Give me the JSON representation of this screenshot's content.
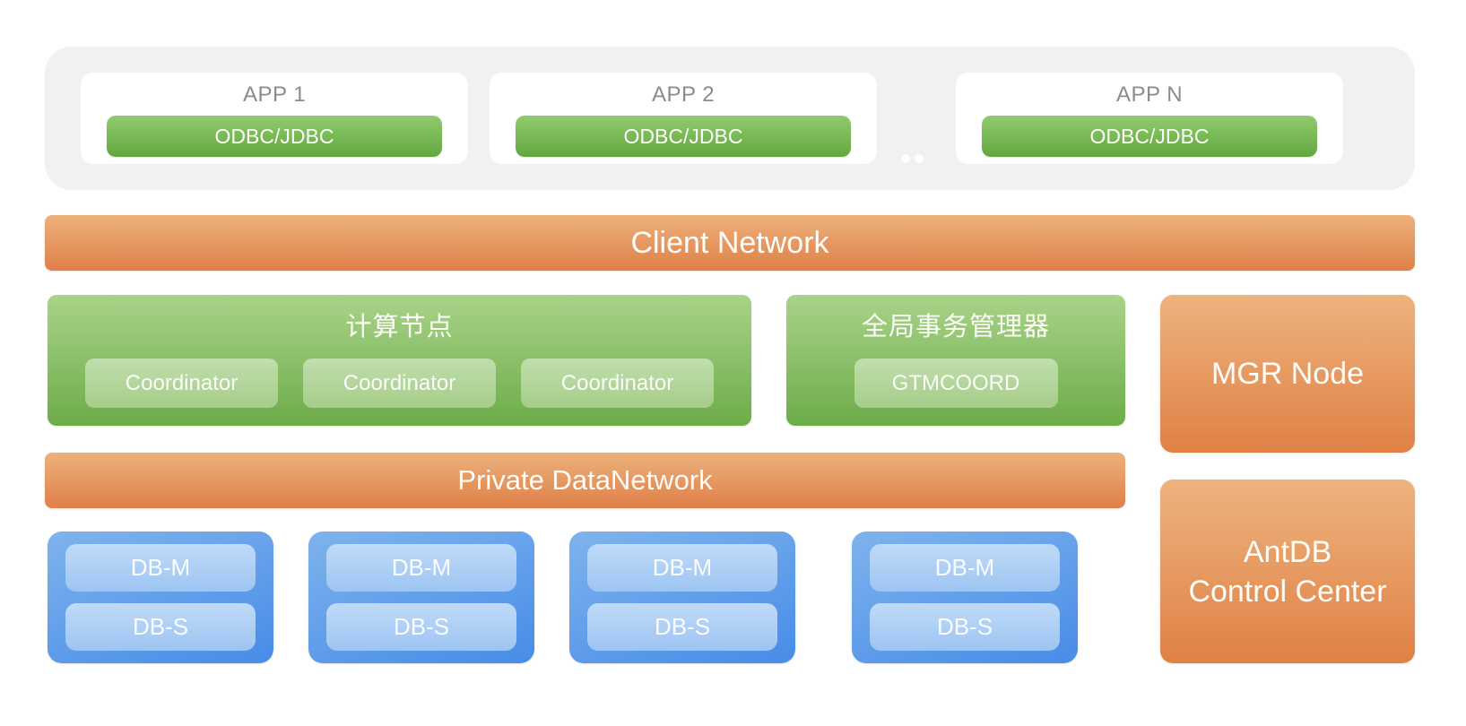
{
  "app_layer": {
    "cards": [
      {
        "label": "APP 1",
        "connector": "ODBC/JDBC"
      },
      {
        "label": "APP 2",
        "connector": "ODBC/JDBC"
      },
      {
        "label": "APP N",
        "connector": "ODBC/JDBC"
      }
    ]
  },
  "client_network": {
    "label": "Client Network"
  },
  "compute_nodes": {
    "title": "计算节点",
    "nodes": [
      "Coordinator",
      "Coordinator",
      "Coordinator"
    ]
  },
  "gtm": {
    "title": "全局事务管理器",
    "nodes": [
      "GTMCOORD"
    ]
  },
  "mgr_node": {
    "label": "MGR Node"
  },
  "private_network": {
    "label": "Private DataNetwork"
  },
  "data_nodes": [
    {
      "master": "DB-M",
      "standby": "DB-S"
    },
    {
      "master": "DB-M",
      "standby": "DB-S"
    },
    {
      "master": "DB-M",
      "standby": "DB-S"
    },
    {
      "master": "DB-M",
      "standby": "DB-S"
    }
  ],
  "control_center": {
    "line1": "AntDB",
    "line2": "Control Center"
  },
  "colors": {
    "orange_top": "#edb17c",
    "orange_bottom": "#df8048",
    "green_box_top": "#a9d389",
    "green_box_bottom": "#6dac49",
    "green_button_top": "#8fcb6e",
    "green_button_bottom": "#63a73f",
    "light_green_button": "#b4d79c",
    "blue_box_top": "#7fb3ed",
    "blue_box_bottom": "#478ce8",
    "light_blue_button": "#aecff5",
    "gray_container": "#f1f1f2",
    "app_label_text": "#8b8b90",
    "white_text": "#fdfdfa"
  }
}
